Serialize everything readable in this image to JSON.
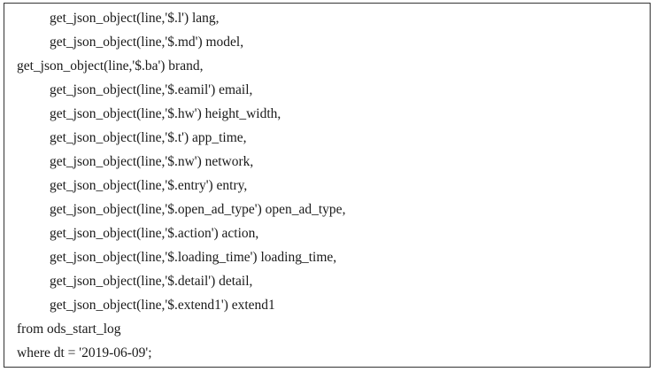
{
  "code_lines": [
    "get_json_object(line,'$.l') lang,",
    "get_json_object(line,'$.md') model,",
    "get_json_object(line,'$.ba') brand,",
    "get_json_object(line,'$.eamil') email,",
    "get_json_object(line,'$.hw') height_width,",
    "get_json_object(line,'$.t') app_time,",
    "get_json_object(line,'$.nw') network,",
    "get_json_object(line,'$.entry') entry,",
    "get_json_object(line,'$.open_ad_type') open_ad_type,",
    "get_json_object(line,'$.action') action,",
    "get_json_object(line,'$.loading_time') loading_time,",
    "get_json_object(line,'$.detail') detail,",
    "get_json_object(line,'$.extend1') extend1",
    "from ods_start_log",
    "where dt = '2019-06-09';"
  ]
}
